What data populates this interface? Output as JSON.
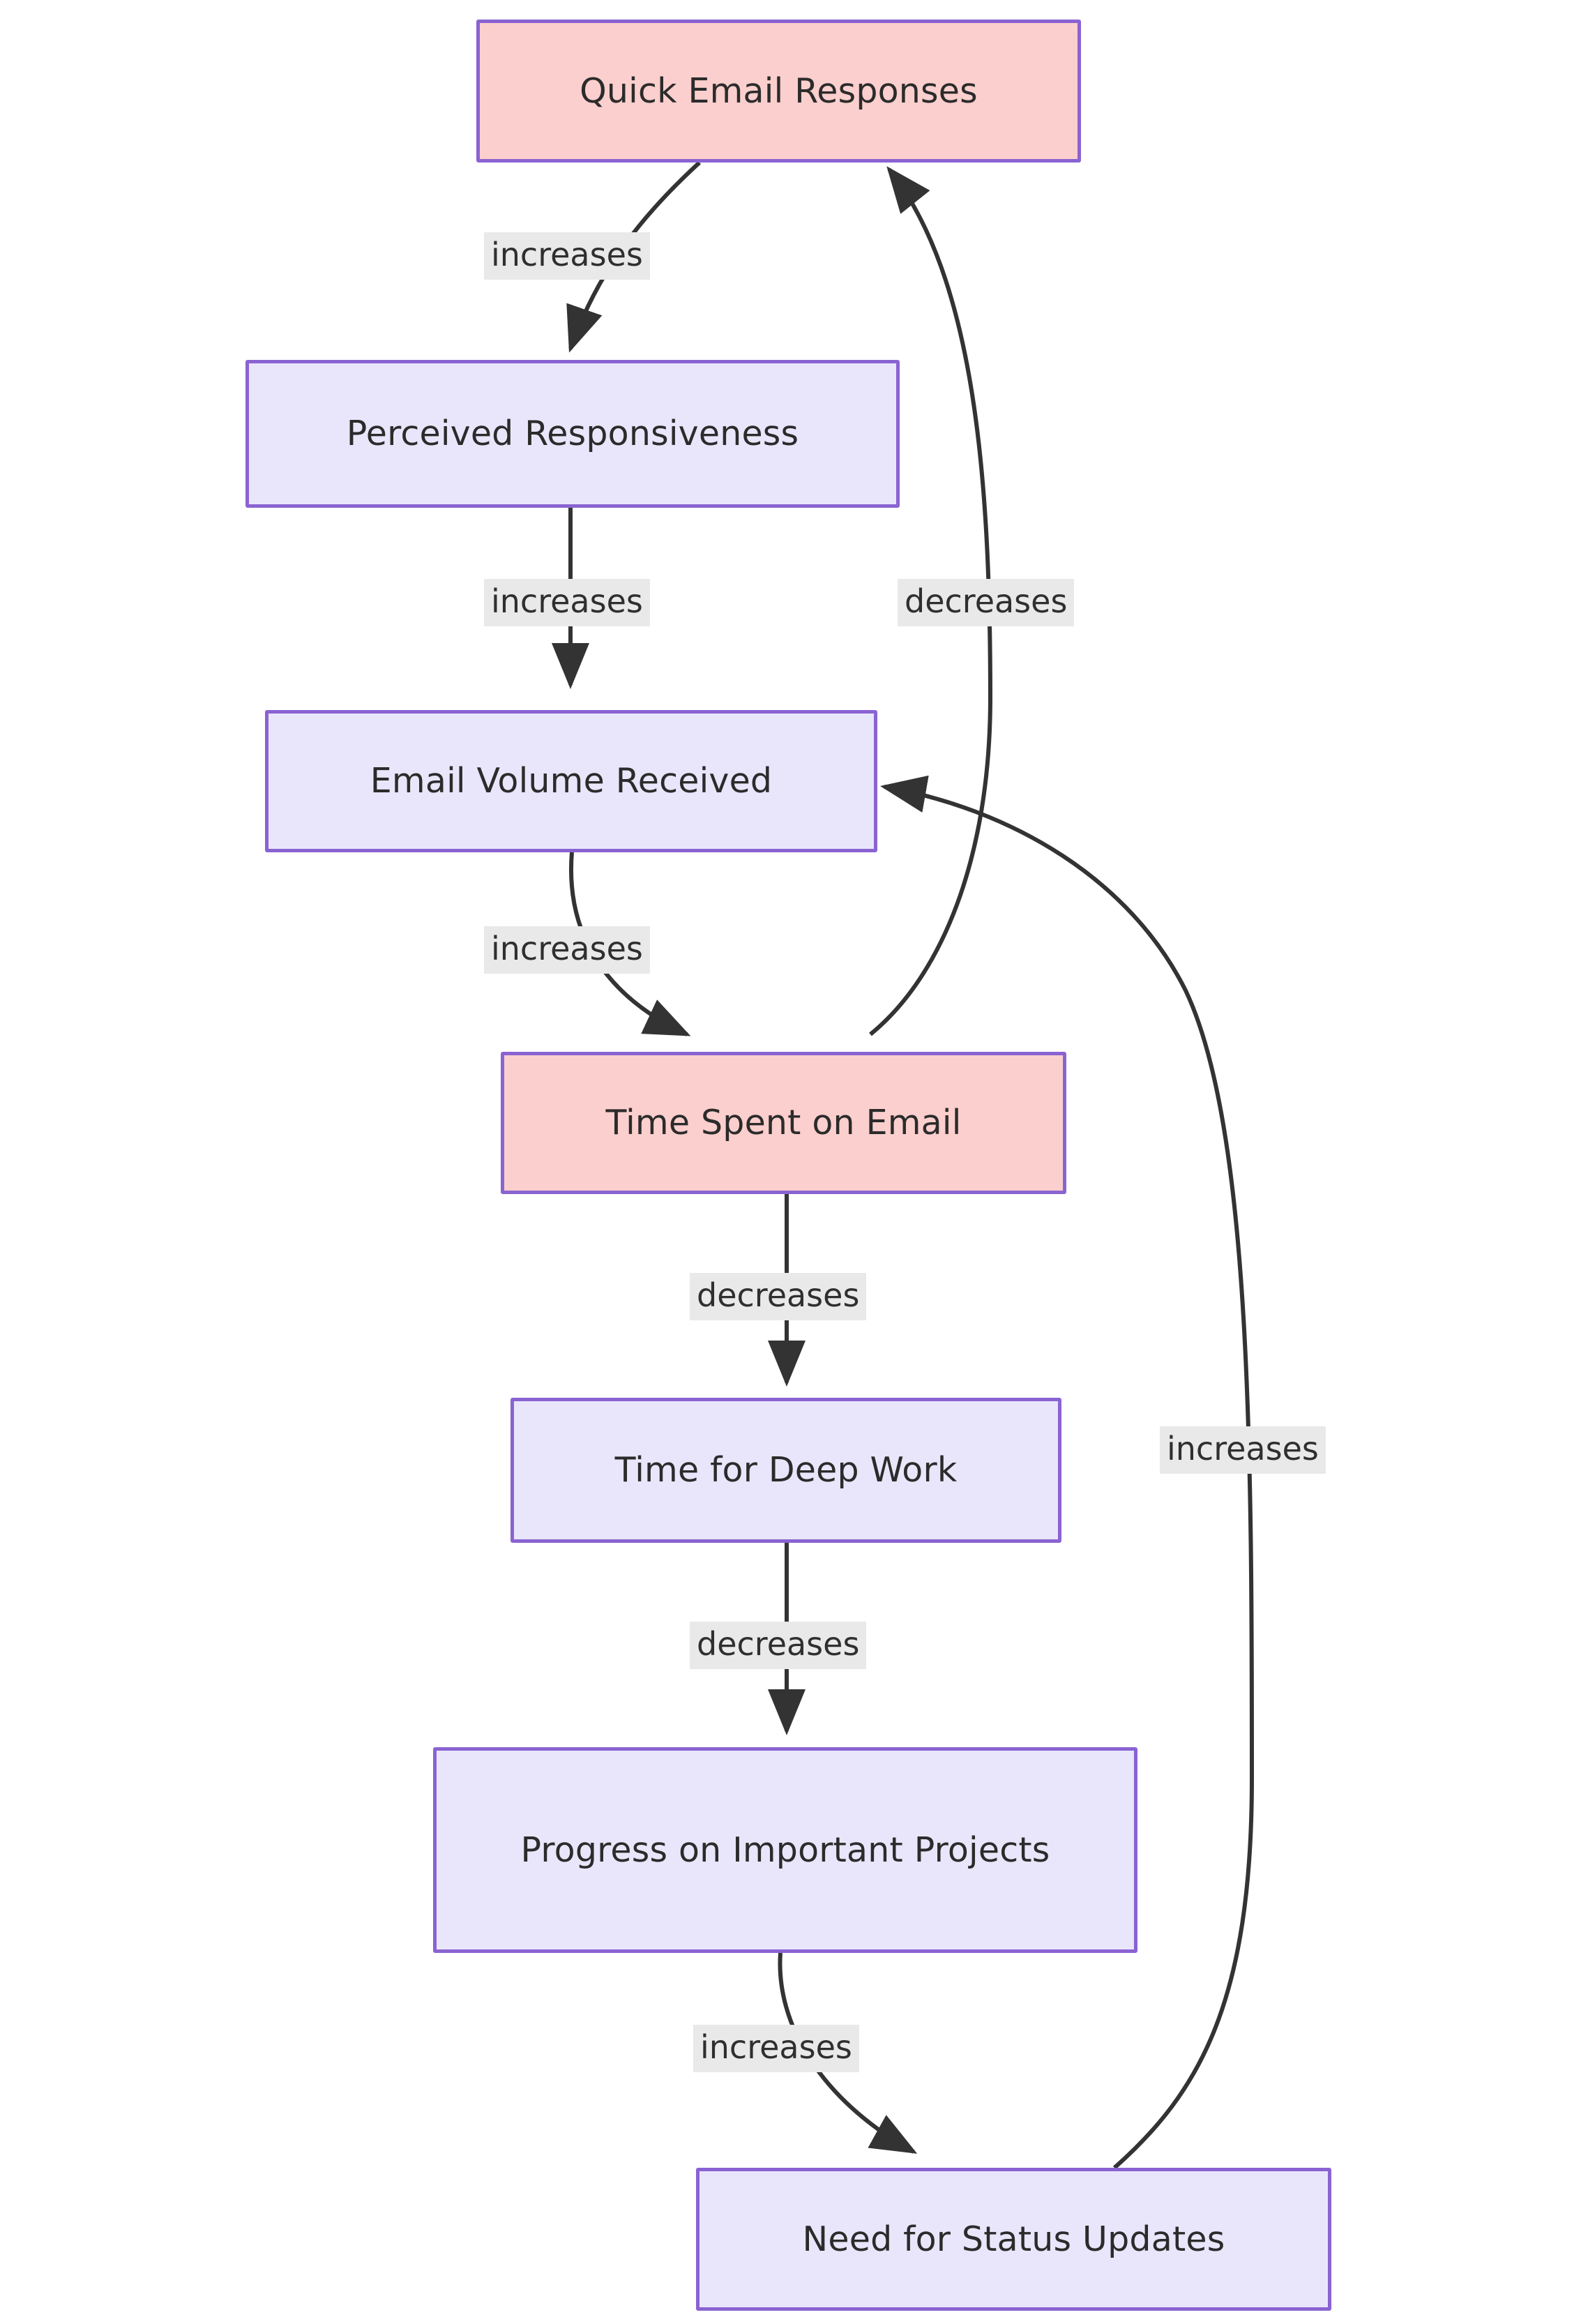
{
  "diagram": {
    "type": "flowchart",
    "direction": "top-to-bottom",
    "title": "",
    "colors": {
      "node_border": "#8a63d2",
      "node_fill_default": "#e9e6fb",
      "node_fill_highlight": "#fbcfcd",
      "edge_stroke": "#333333",
      "edge_label_background": "#e9e9e9",
      "text": "#2b2b2b",
      "canvas_background": "#ffffff"
    },
    "nodes": [
      {
        "id": "quick-email-responses",
        "label": "Quick Email Responses",
        "style": "highlight"
      },
      {
        "id": "perceived-responsiveness",
        "label": "Perceived Responsiveness",
        "style": "default"
      },
      {
        "id": "email-volume-received",
        "label": "Email Volume Received",
        "style": "default"
      },
      {
        "id": "time-spent-on-email",
        "label": "Time Spent on Email",
        "style": "highlight"
      },
      {
        "id": "time-for-deep-work",
        "label": "Time for Deep Work",
        "style": "default"
      },
      {
        "id": "progress-on-important-projects",
        "label": "Progress on Important Projects",
        "style": "default"
      },
      {
        "id": "need-for-status-updates",
        "label": "Need for Status Updates",
        "style": "default"
      }
    ],
    "edges": [
      {
        "id": "e1",
        "from": "quick-email-responses",
        "to": "perceived-responsiveness",
        "label": "increases"
      },
      {
        "id": "e2",
        "from": "perceived-responsiveness",
        "to": "email-volume-received",
        "label": "increases"
      },
      {
        "id": "e3",
        "from": "email-volume-received",
        "to": "time-spent-on-email",
        "label": "increases"
      },
      {
        "id": "e4",
        "from": "time-spent-on-email",
        "to": "quick-email-responses",
        "label": "decreases"
      },
      {
        "id": "e5",
        "from": "time-spent-on-email",
        "to": "time-for-deep-work",
        "label": "decreases"
      },
      {
        "id": "e6",
        "from": "time-for-deep-work",
        "to": "progress-on-important-projects",
        "label": "decreases"
      },
      {
        "id": "e7",
        "from": "progress-on-important-projects",
        "to": "need-for-status-updates",
        "label": "increases"
      },
      {
        "id": "e8",
        "from": "need-for-status-updates",
        "to": "email-volume-received",
        "label": "increases"
      }
    ]
  }
}
